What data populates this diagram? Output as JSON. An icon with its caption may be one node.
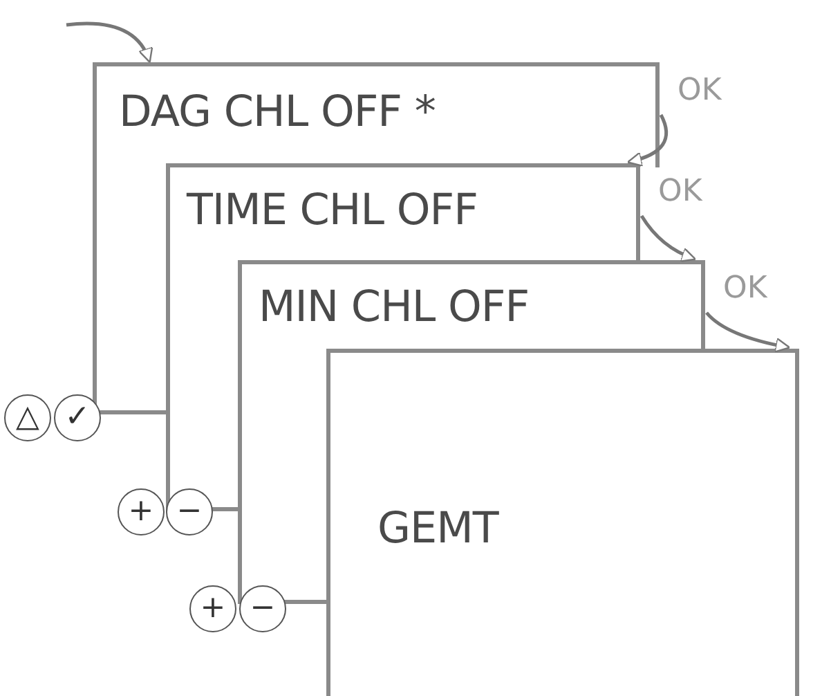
{
  "diagram": {
    "nodes": [
      {
        "text": [
          "DAG CHL OFF *"
        ]
      },
      {
        "text": [
          "TIME CHL OFF"
        ]
      },
      {
        "text": [
          "MIN CHL OFF"
        ]
      },
      {
        "text": [
          "GEMT"
        ]
      },
      {
        "text": [
          "△"
        ]
      },
      {
        "text": [
          "✓"
        ]
      },
      {
        "text": [
          "+"
        ]
      },
      {
        "text": [
          "−"
        ]
      },
      {
        "text": [
          "+"
        ]
      },
      {
        "text": [
          "−"
        ]
      }
    ],
    "edges": [
      {
        "from": null,
        "to": 0,
        "arrow": "to"
      },
      {
        "from": 0,
        "to": 1,
        "arrow": "to",
        "label": "OK"
      },
      {
        "from": 1,
        "to": 2,
        "arrow": "to",
        "label": "OK"
      },
      {
        "from": 2,
        "to": 3,
        "arrow": "to",
        "label": "OK"
      }
    ]
  }
}
